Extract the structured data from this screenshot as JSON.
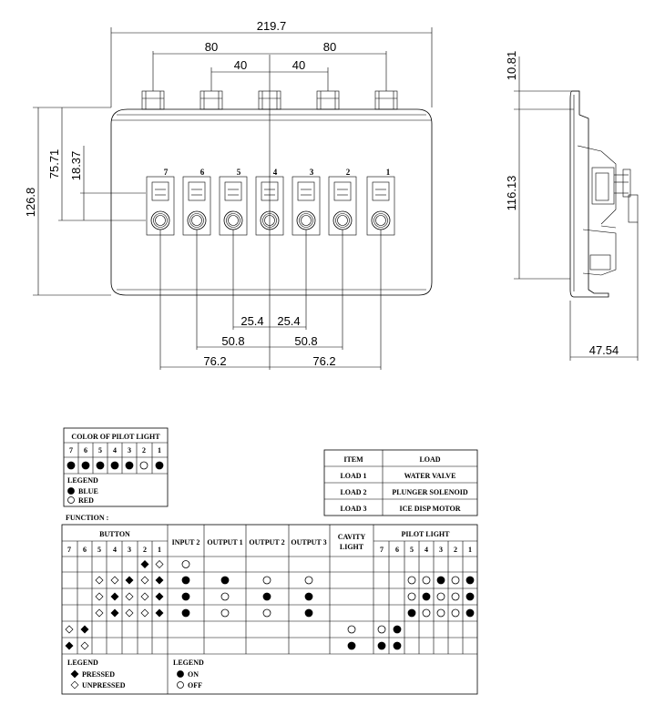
{
  "dimensions": {
    "overall_width": "219.7",
    "span_80_left": "80",
    "span_80_right": "80",
    "span_40_left": "40",
    "span_40_right": "40",
    "total_height": "126.8",
    "height_75_71": "75.71",
    "height_18_37": "18.37",
    "bottom_25_4_left": "25.4",
    "bottom_25_4_right": "25.4",
    "bottom_50_8_left": "50.8",
    "bottom_50_8_right": "50.8",
    "bottom_76_2_left": "76.2",
    "bottom_76_2_right": "76.2",
    "side_top": "10.81",
    "side_height": "116.13",
    "side_depth": "47.54"
  },
  "button_numbers": [
    "7",
    "6",
    "5",
    "4",
    "3",
    "2",
    "1"
  ],
  "pilot_table": {
    "title": "COLOR OF PILOT LIGHT",
    "columns": [
      "7",
      "6",
      "5",
      "4",
      "3",
      "2",
      "1"
    ],
    "states": [
      "on",
      "on",
      "on",
      "on",
      "on",
      "off",
      "on"
    ],
    "legend_title": "LEGEND",
    "legend_blue": "BLUE",
    "legend_red": "RED"
  },
  "load_table": {
    "headers": [
      "ITEM",
      "LOAD"
    ],
    "rows": [
      [
        "LOAD 1",
        "WATER VALVE"
      ],
      [
        "LOAD 2",
        "PLUNGER SOLENOID"
      ],
      [
        "LOAD 3",
        "ICE DISP MOTOR"
      ]
    ]
  },
  "function_table": {
    "label": "FUNCTION :",
    "button_header": "BUTTON",
    "button_cols": [
      "7",
      "6",
      "5",
      "4",
      "3",
      "2",
      "1"
    ],
    "input2": "INPUT 2",
    "output1": "OUTPUT 1",
    "output2": "OUTPUT 2",
    "output3": "OUTPUT 3",
    "cavity_light_1": "CAVITY",
    "cavity_light_2": "LIGHT",
    "pilot_header": "PILOT LIGHT",
    "pilot_cols": [
      "7",
      "6",
      "5",
      "4",
      "3",
      "2",
      "1"
    ],
    "rows": [
      {
        "buttons": [
          "",
          "",
          "",
          "",
          "",
          "P",
          "U"
        ],
        "input2": "off",
        "out1": "",
        "out2": "",
        "out3": "",
        "cavity": "",
        "pilot": [
          "",
          "",
          "",
          "",
          "",
          "",
          ""
        ]
      },
      {
        "buttons": [
          "",
          "",
          "U",
          "U",
          "P",
          "U",
          "P"
        ],
        "input2": "on",
        "out1": "on",
        "out2": "off",
        "out3": "off",
        "cavity": "",
        "pilot": [
          "",
          "",
          "off",
          "off",
          "on",
          "off",
          "on"
        ]
      },
      {
        "buttons": [
          "",
          "",
          "U",
          "P",
          "U",
          "U",
          "P"
        ],
        "input2": "on",
        "out1": "off",
        "out2": "on",
        "out3": "on",
        "cavity": "",
        "pilot": [
          "",
          "",
          "off",
          "on",
          "off",
          "off",
          "on"
        ]
      },
      {
        "buttons": [
          "",
          "",
          "U",
          "P",
          "U",
          "U",
          "P"
        ],
        "input2": "on",
        "out1": "off",
        "out2": "off",
        "out3": "on",
        "cavity": "",
        "pilot": [
          "",
          "",
          "on",
          "off",
          "off",
          "off",
          "on"
        ]
      },
      {
        "buttons": [
          "U",
          "P",
          "",
          "",
          "",
          "",
          ""
        ],
        "input2": "",
        "out1": "",
        "out2": "",
        "out3": "",
        "cavity": "off",
        "pilot": [
          "off",
          "on",
          "",
          "",
          "",
          "",
          ""
        ]
      },
      {
        "buttons": [
          "P",
          "U",
          "",
          "",
          "",
          "",
          ""
        ],
        "input2": "",
        "out1": "",
        "out2": "",
        "out3": "",
        "cavity": "on",
        "pilot": [
          "on",
          "on",
          "",
          "",
          "",
          "",
          ""
        ]
      }
    ],
    "legend1_title": "LEGEND",
    "legend1_pressed": "PRESSED",
    "legend1_unpressed": "UNPRESSED",
    "legend2_title": "LEGEND",
    "legend2_on": "ON",
    "legend2_off": "OFF"
  }
}
